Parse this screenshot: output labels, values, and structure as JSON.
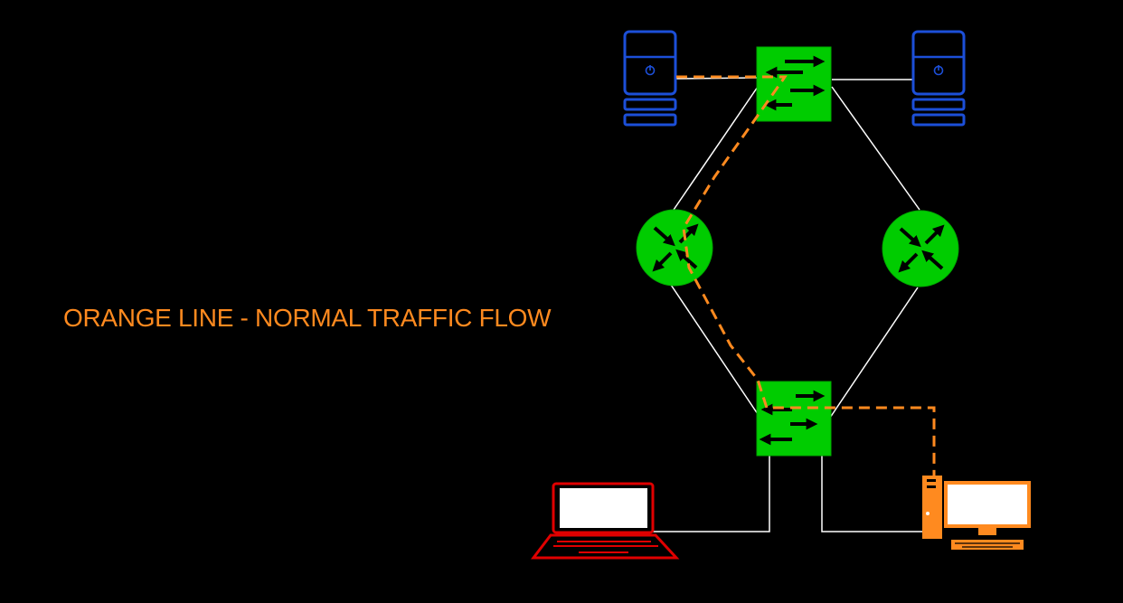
{
  "legend": {
    "text": "ORANGE LINE - NORMAL TRAFFIC FLOW"
  },
  "colors": {
    "background": "#000000",
    "link": "#ffffff",
    "traffic_flow": "#ff8a1f",
    "legend_text": "#ff8a1f",
    "network_device_fill": "#00cc00",
    "server": "#1c4fd8",
    "laptop": "#e00000",
    "desktop": "#ff8a1f",
    "arrow": "#000000"
  },
  "nodes": [
    {
      "name": "server-left",
      "kind": "server",
      "icon": "server-icon"
    },
    {
      "name": "switch-top",
      "kind": "switch",
      "icon": "switch-icon"
    },
    {
      "name": "server-right",
      "kind": "server",
      "icon": "server-icon"
    },
    {
      "name": "router-left",
      "kind": "router",
      "icon": "router-icon"
    },
    {
      "name": "router-right",
      "kind": "router",
      "icon": "router-icon"
    },
    {
      "name": "switch-bottom",
      "kind": "switch",
      "icon": "switch-icon"
    },
    {
      "name": "laptop",
      "kind": "laptop",
      "icon": "laptop-icon"
    },
    {
      "name": "desktop-pc",
      "kind": "desktop",
      "icon": "desktop-pc-icon"
    }
  ],
  "links": [
    [
      "server-left",
      "switch-top"
    ],
    [
      "switch-top",
      "server-right"
    ],
    [
      "switch-top",
      "router-left"
    ],
    [
      "switch-top",
      "router-right"
    ],
    [
      "router-left",
      "switch-bottom"
    ],
    [
      "router-right",
      "switch-bottom"
    ],
    [
      "switch-bottom",
      "laptop"
    ],
    [
      "switch-bottom",
      "desktop-pc"
    ]
  ],
  "traffic_flow_path": [
    "server-left",
    "switch-top",
    "router-left",
    "switch-bottom",
    "desktop-pc"
  ]
}
